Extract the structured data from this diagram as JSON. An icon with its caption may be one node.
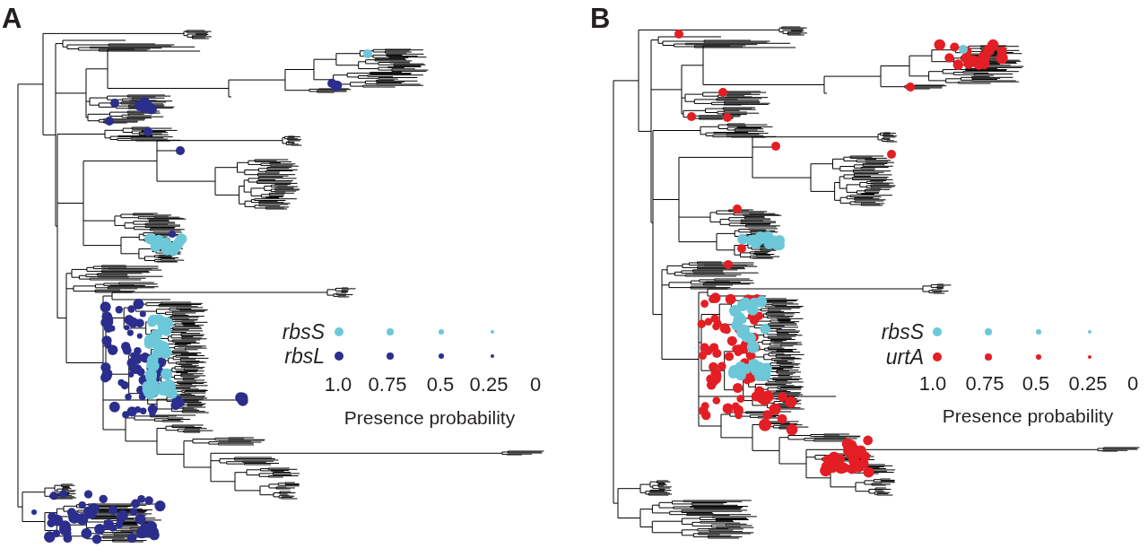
{
  "diagram": {
    "labels": [
      "A",
      "1.0",
      "0.75",
      "0.5",
      "0.25",
      "0",
      "Presence probability",
      "B",
      "1.0",
      "0.75",
      "0.5",
      "0.25",
      "0",
      "Presence probability"
    ],
    "legend": [
      {
        "text": "rbsS",
        "color": "#6cc8d9"
      },
      {
        "text": "rbsL",
        "color": "#2b2e8c"
      },
      {
        "text": "rbsS",
        "color": "#6cc8d9"
      },
      {
        "text": "urtA",
        "color": "#e31e24"
      }
    ]
  }
}
